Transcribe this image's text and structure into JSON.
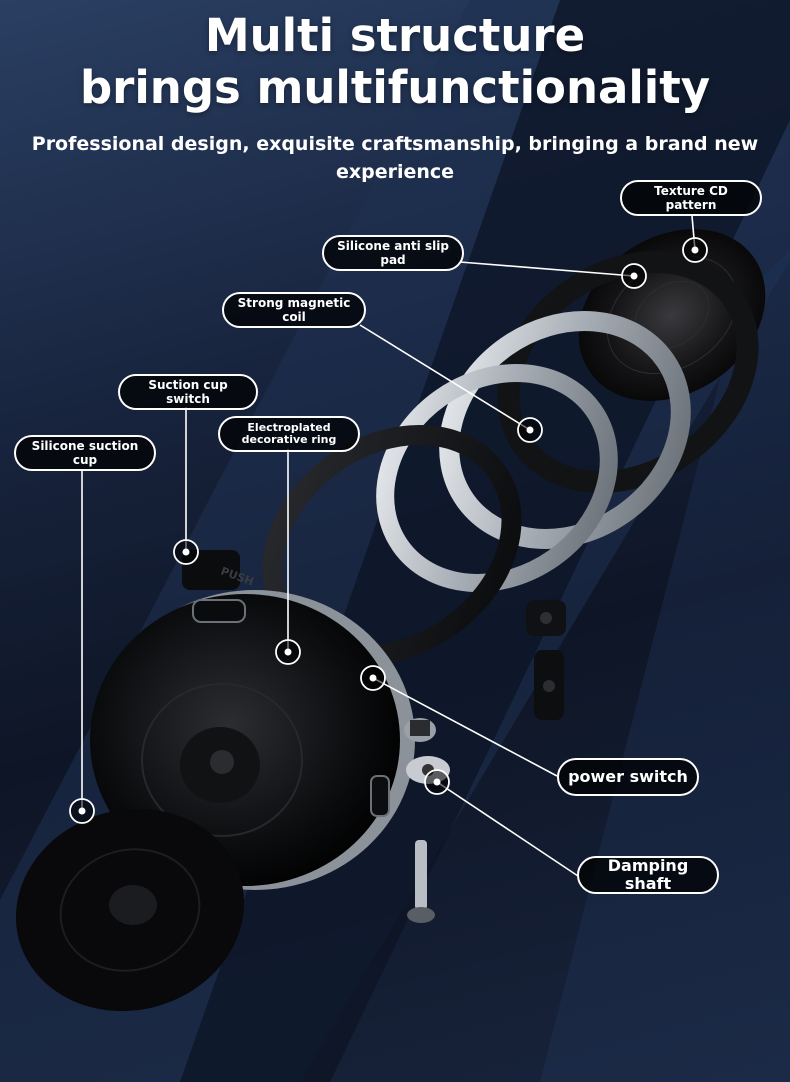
{
  "header": {
    "title_line1": "Multi structure",
    "title_line2": "brings multifunctionality",
    "subtitle": "Professional design, exquisite craftsmanship, bringing a brand new experience"
  },
  "labels": {
    "texture_cd_pattern": "Texture CD pattern",
    "silicone_anti_slip_pad": "Silicone anti slip pad",
    "strong_magnetic_coil": "Strong magnetic coil",
    "suction_cup_switch": "Suction cup switch",
    "electroplated_decorative_ring": "Electroplated\ndecorative ring",
    "silicone_suction_cup": "Silicone suction cup",
    "power_switch": "power switch",
    "damping_shaft": "Damping shaft"
  },
  "product_markings": {
    "push_text": "PUSH"
  },
  "colors": {
    "background": "#17233c",
    "label_fill": "#000000",
    "label_border": "#ffffff",
    "text": "#ffffff"
  }
}
